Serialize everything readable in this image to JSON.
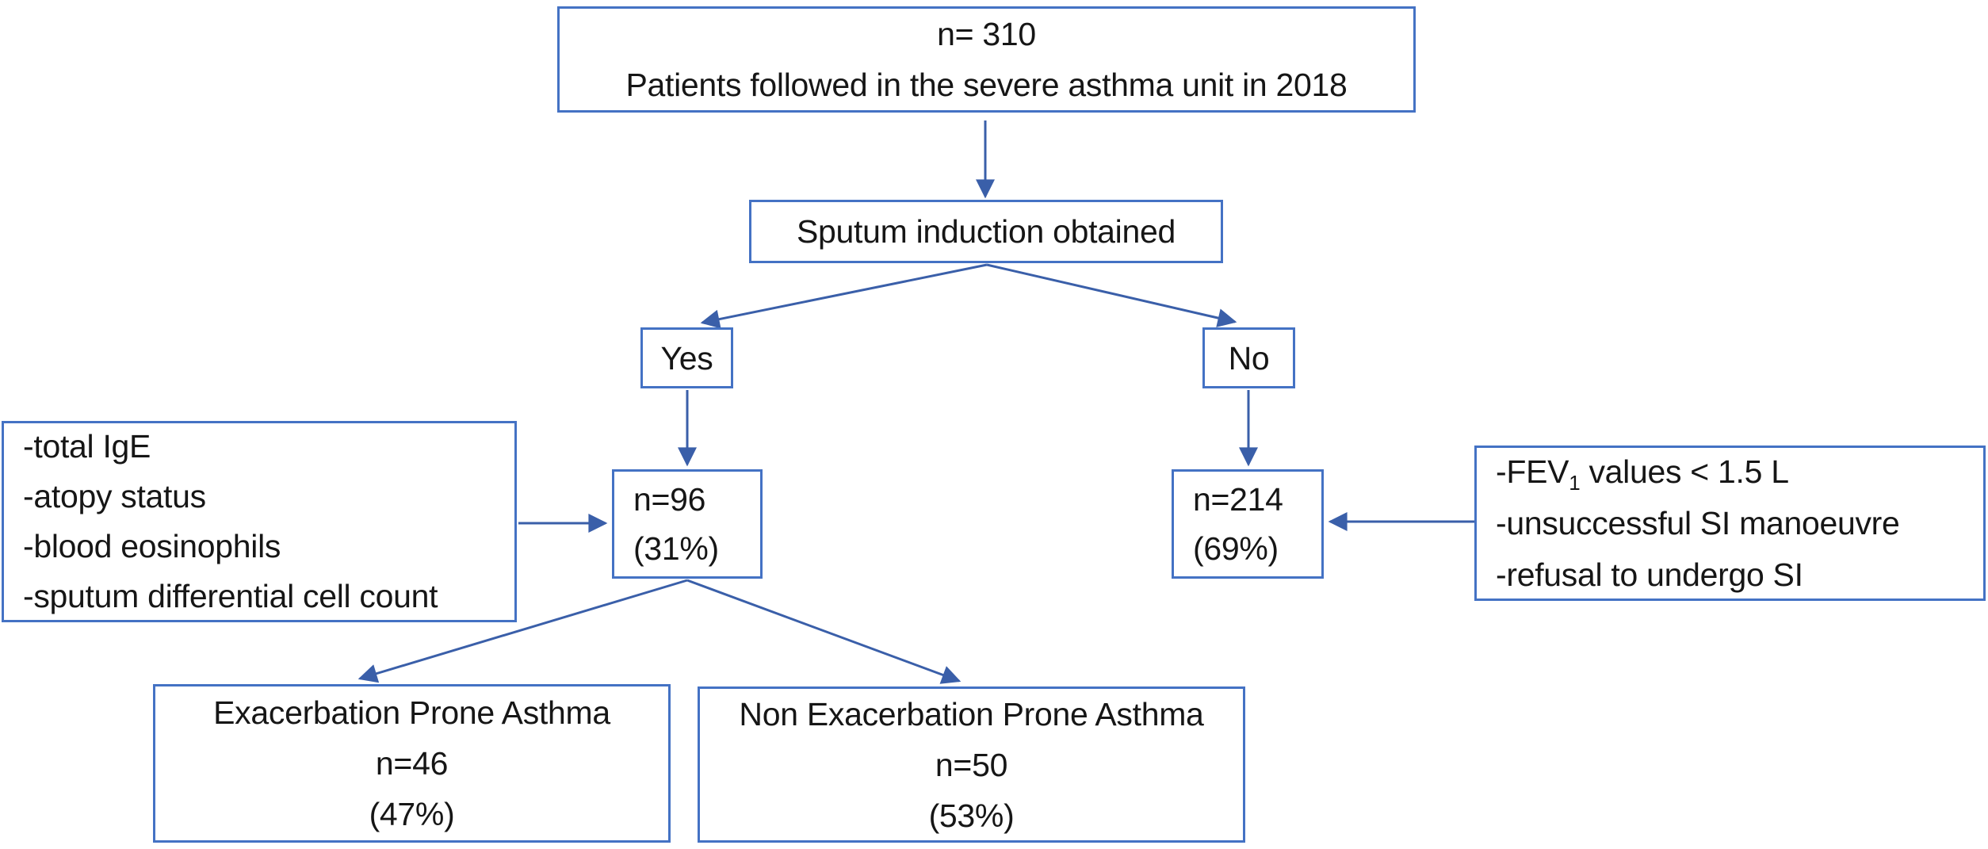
{
  "colors": {
    "box_border": "#4472c4",
    "arrow": "#3a5fa9",
    "text": "#161616",
    "background": "#ffffff"
  },
  "flowchart": {
    "total": {
      "line1": "n= 310",
      "line2": "Patients followed in the severe asthma unit in 2018"
    },
    "sputum": {
      "label": "Sputum induction obtained"
    },
    "yes": {
      "label": "Yes"
    },
    "no": {
      "label": "No"
    },
    "sputum_yes": {
      "count": "n=96",
      "percent": "(31%)"
    },
    "sputum_no": {
      "count": "n=214",
      "percent": "(69%)"
    },
    "assessments": {
      "item1": "-total IgE",
      "item2": "-atopy status",
      "item3": "-blood eosinophils",
      "item4": "-sputum differential cell count"
    },
    "no_reasons": {
      "item1_prefix": "-FEV",
      "item1_sub": "1",
      "item1_suffix": " values < 1.5 L",
      "item2": "-unsuccessful SI manoeuvre",
      "item3": "-refusal to undergo SI"
    },
    "epa": {
      "title": "Exacerbation Prone Asthma",
      "count": "n=46",
      "percent": "(47%)"
    },
    "nepa": {
      "title": "Non Exacerbation Prone Asthma",
      "count": "n=50",
      "percent": "(53%)"
    }
  }
}
